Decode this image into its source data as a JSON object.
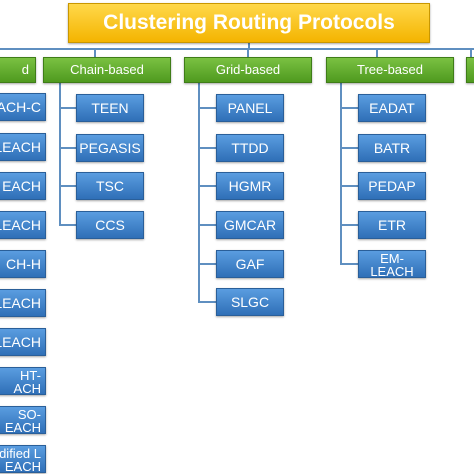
{
  "title": "Clustering Routing Protocols",
  "categories": {
    "hierarchical": "d",
    "chain": "Chain-based",
    "grid": "Grid-based",
    "tree": "Tree-based"
  },
  "hierarchical_items": [
    "ACH-C",
    "LEACH",
    "EACH",
    "LEACH",
    "CH-H",
    "LEACH",
    "LEACH",
    "HT-\nACH",
    "SO-\nEACH",
    "dified L\nEACH"
  ],
  "chain_items": [
    "TEEN",
    "PEGASIS",
    "TSC",
    "CCS"
  ],
  "grid_items": [
    "PANEL",
    "TTDD",
    "HGMR",
    "GMCAR",
    "GAF",
    "SLGC"
  ],
  "tree_items": [
    "EADAT",
    "BATR",
    "PEDAP",
    "ETR",
    "EM-\nLEACH"
  ],
  "colors": {
    "title_fill": "#f4b400",
    "category_fill": "#5ba82b",
    "leaf_fill": "#3b7fc8",
    "connector": "#5f8fc0"
  }
}
